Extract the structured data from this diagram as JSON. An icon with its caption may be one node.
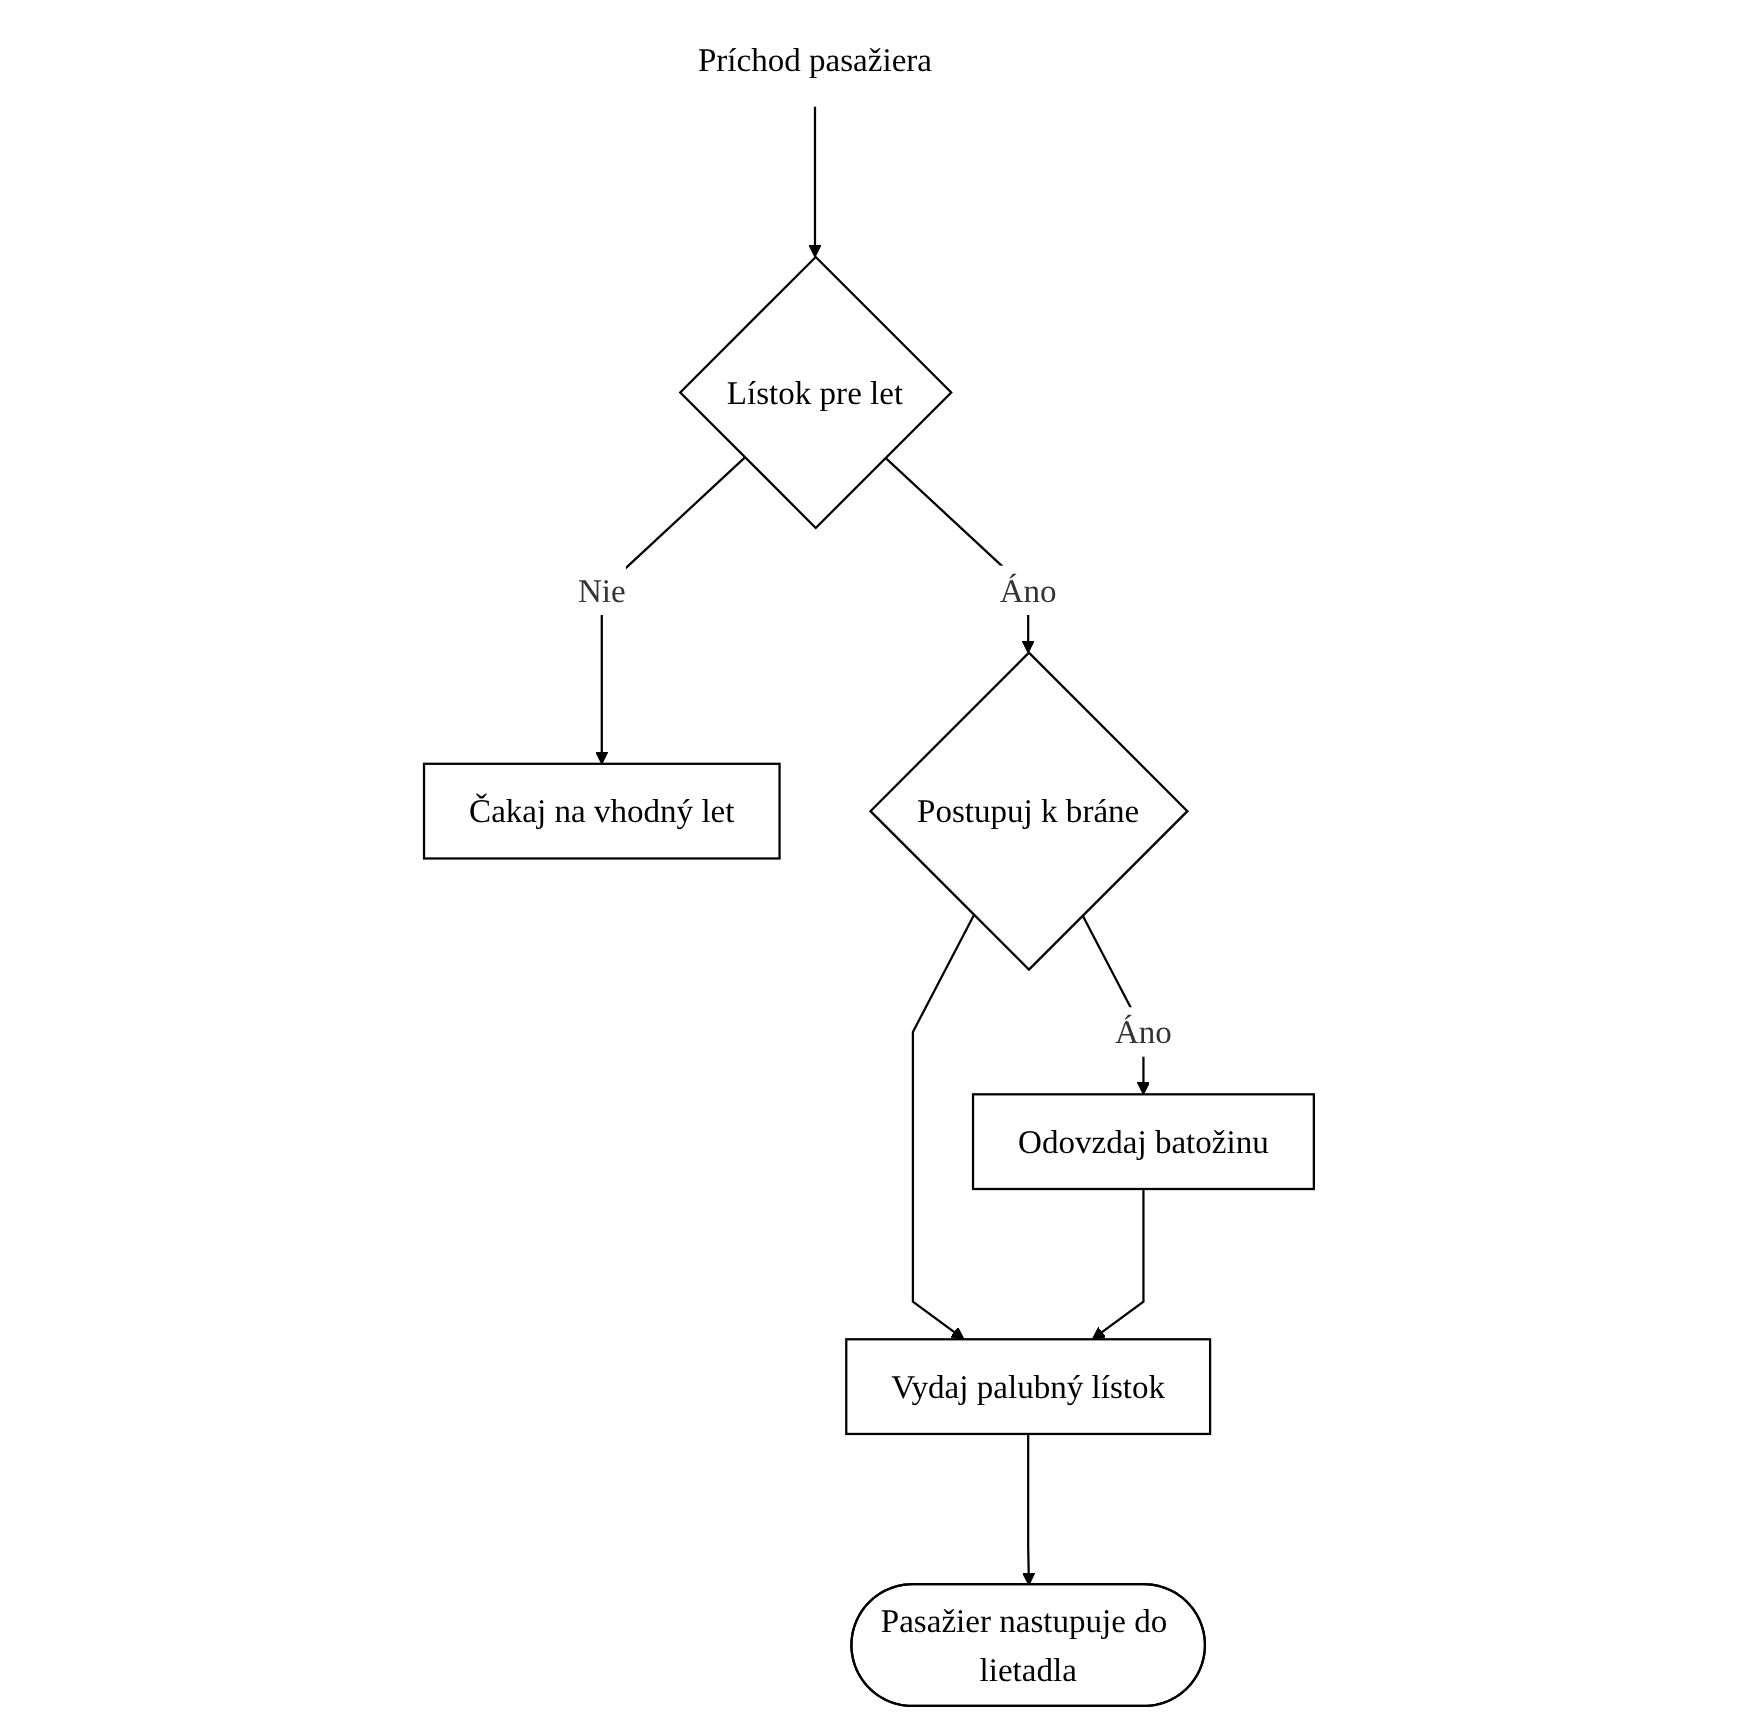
{
  "diagram": {
    "nodes": [
      {
        "text": [
          "Príchod pasažiera"
        ]
      },
      {
        "text": [
          "Lístok pre let"
        ]
      },
      {
        "text": [
          "Čakaj na vhodný let"
        ]
      },
      {
        "text": [
          "Postupuj k bráne"
        ]
      },
      {
        "text": [
          "Odovzdaj batožinu"
        ]
      },
      {
        "text": [
          "Vydaj palubný lístok"
        ]
      },
      {
        "text": [
          "Pasažier nastupuje do lietadla"
        ]
      }
    ],
    "edges": [
      {
        "from": 0,
        "to": 1,
        "arrow": "to"
      },
      {
        "from": 1,
        "to": 2,
        "label": "Nie",
        "arrow": "to"
      },
      {
        "from": 1,
        "to": 3,
        "label": "Áno",
        "arrow": "to"
      },
      {
        "from": 3,
        "to": 4,
        "label": "Áno",
        "arrow": "to"
      },
      {
        "from": 3,
        "to": 5,
        "arrow": "to"
      },
      {
        "from": 4,
        "to": 5,
        "arrow": "to"
      },
      {
        "from": 5,
        "to": 6,
        "arrow": "to"
      }
    ]
  }
}
